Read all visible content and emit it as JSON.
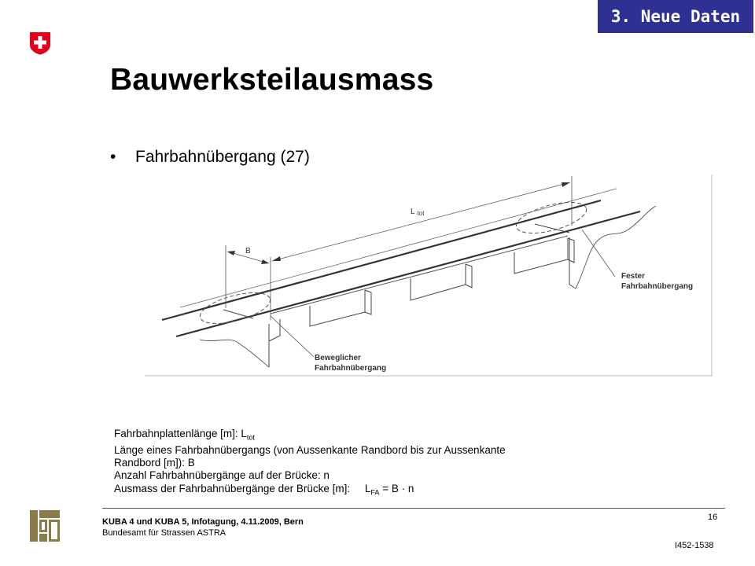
{
  "badge": {
    "label": "3. Neue Daten",
    "bg": "#2e3192"
  },
  "logo": {
    "icon": "swiss-cross-icon",
    "color": "#e2001a"
  },
  "title": "Bauwerksteilausmass",
  "bullet": {
    "symbol": "•",
    "text": "Fahrbahnübergang (27)"
  },
  "figure": {
    "label_ltot_main": "L",
    "label_ltot_sub": "tot",
    "label_b": "B",
    "label_fest_1": "Fester",
    "label_fest_2": "Fahrbahnübergang",
    "label_beweg_1": "Beweglicher",
    "label_beweg_2": "Fahrbahnübergang"
  },
  "description": {
    "line1_main": "Fahrbahnplattenlänge [m]: L",
    "line1_sub": "tot",
    "line2": "Länge eines Fahrbahnübergangs (von Aussenkante Randbord bis zur Aussenkante",
    "line3": "Randbord [m]):  B",
    "line4": "Anzahl Fahrbahnübergänge auf der Brücke: n",
    "line5_main": "Ausmass der Fahrbahnübergänge der Brücke [m]:     L",
    "line5_sub": "FA",
    "line5_tail": " = B · n"
  },
  "footer": {
    "line1": "KUBA 4 und KUBA 5, Infotagung, 4.11.2009, Bern",
    "line2": "Bundesamt für Strassen ASTRA",
    "page": "16",
    "code": "I452-1538",
    "logo_icon": "astra-logo-icon"
  }
}
